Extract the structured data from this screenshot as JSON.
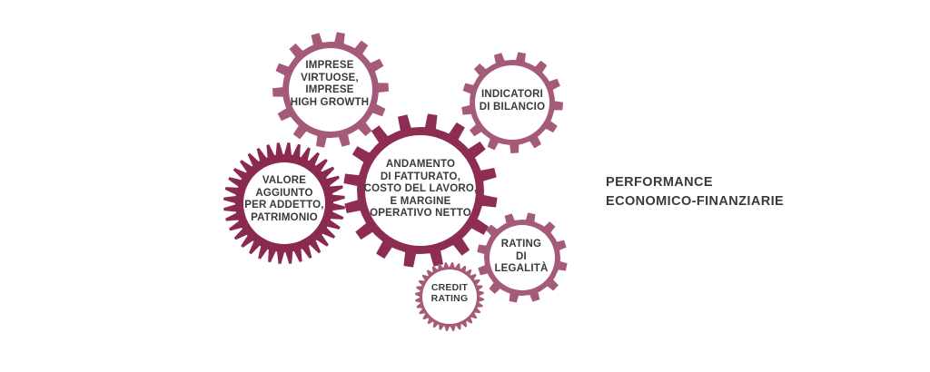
{
  "title_lines": [
    "PERFORMANCE",
    "ECONOMICO-FINANZIARIE"
  ],
  "colors": {
    "main_gear": "#8e2d54",
    "outer_gear": "#a55a79",
    "valore_gear": "#8b2a51",
    "text": "#3a3a3a"
  },
  "gears": [
    {
      "id": "imprese",
      "label": "IMPRESE\nVIRTUOSE,\nIMPRESE\nHIGH GROWTH"
    },
    {
      "id": "indicatori",
      "label": "INDICATORI\nDI BILANCIO"
    },
    {
      "id": "andamento",
      "label": "ANDAMENTO\nDI FATTURATO,\nCOSTO DEL LAVORO,\nE MARGINE\nOPERATIVO NETTO"
    },
    {
      "id": "valore",
      "label": "VALORE\nAGGIUNTO\nPER ADDETTO,\nPATRIMONIO"
    },
    {
      "id": "rating",
      "label": "RATING\nDI\nLEGALITÀ"
    },
    {
      "id": "credit",
      "label": "CREDIT\nRATING"
    }
  ]
}
